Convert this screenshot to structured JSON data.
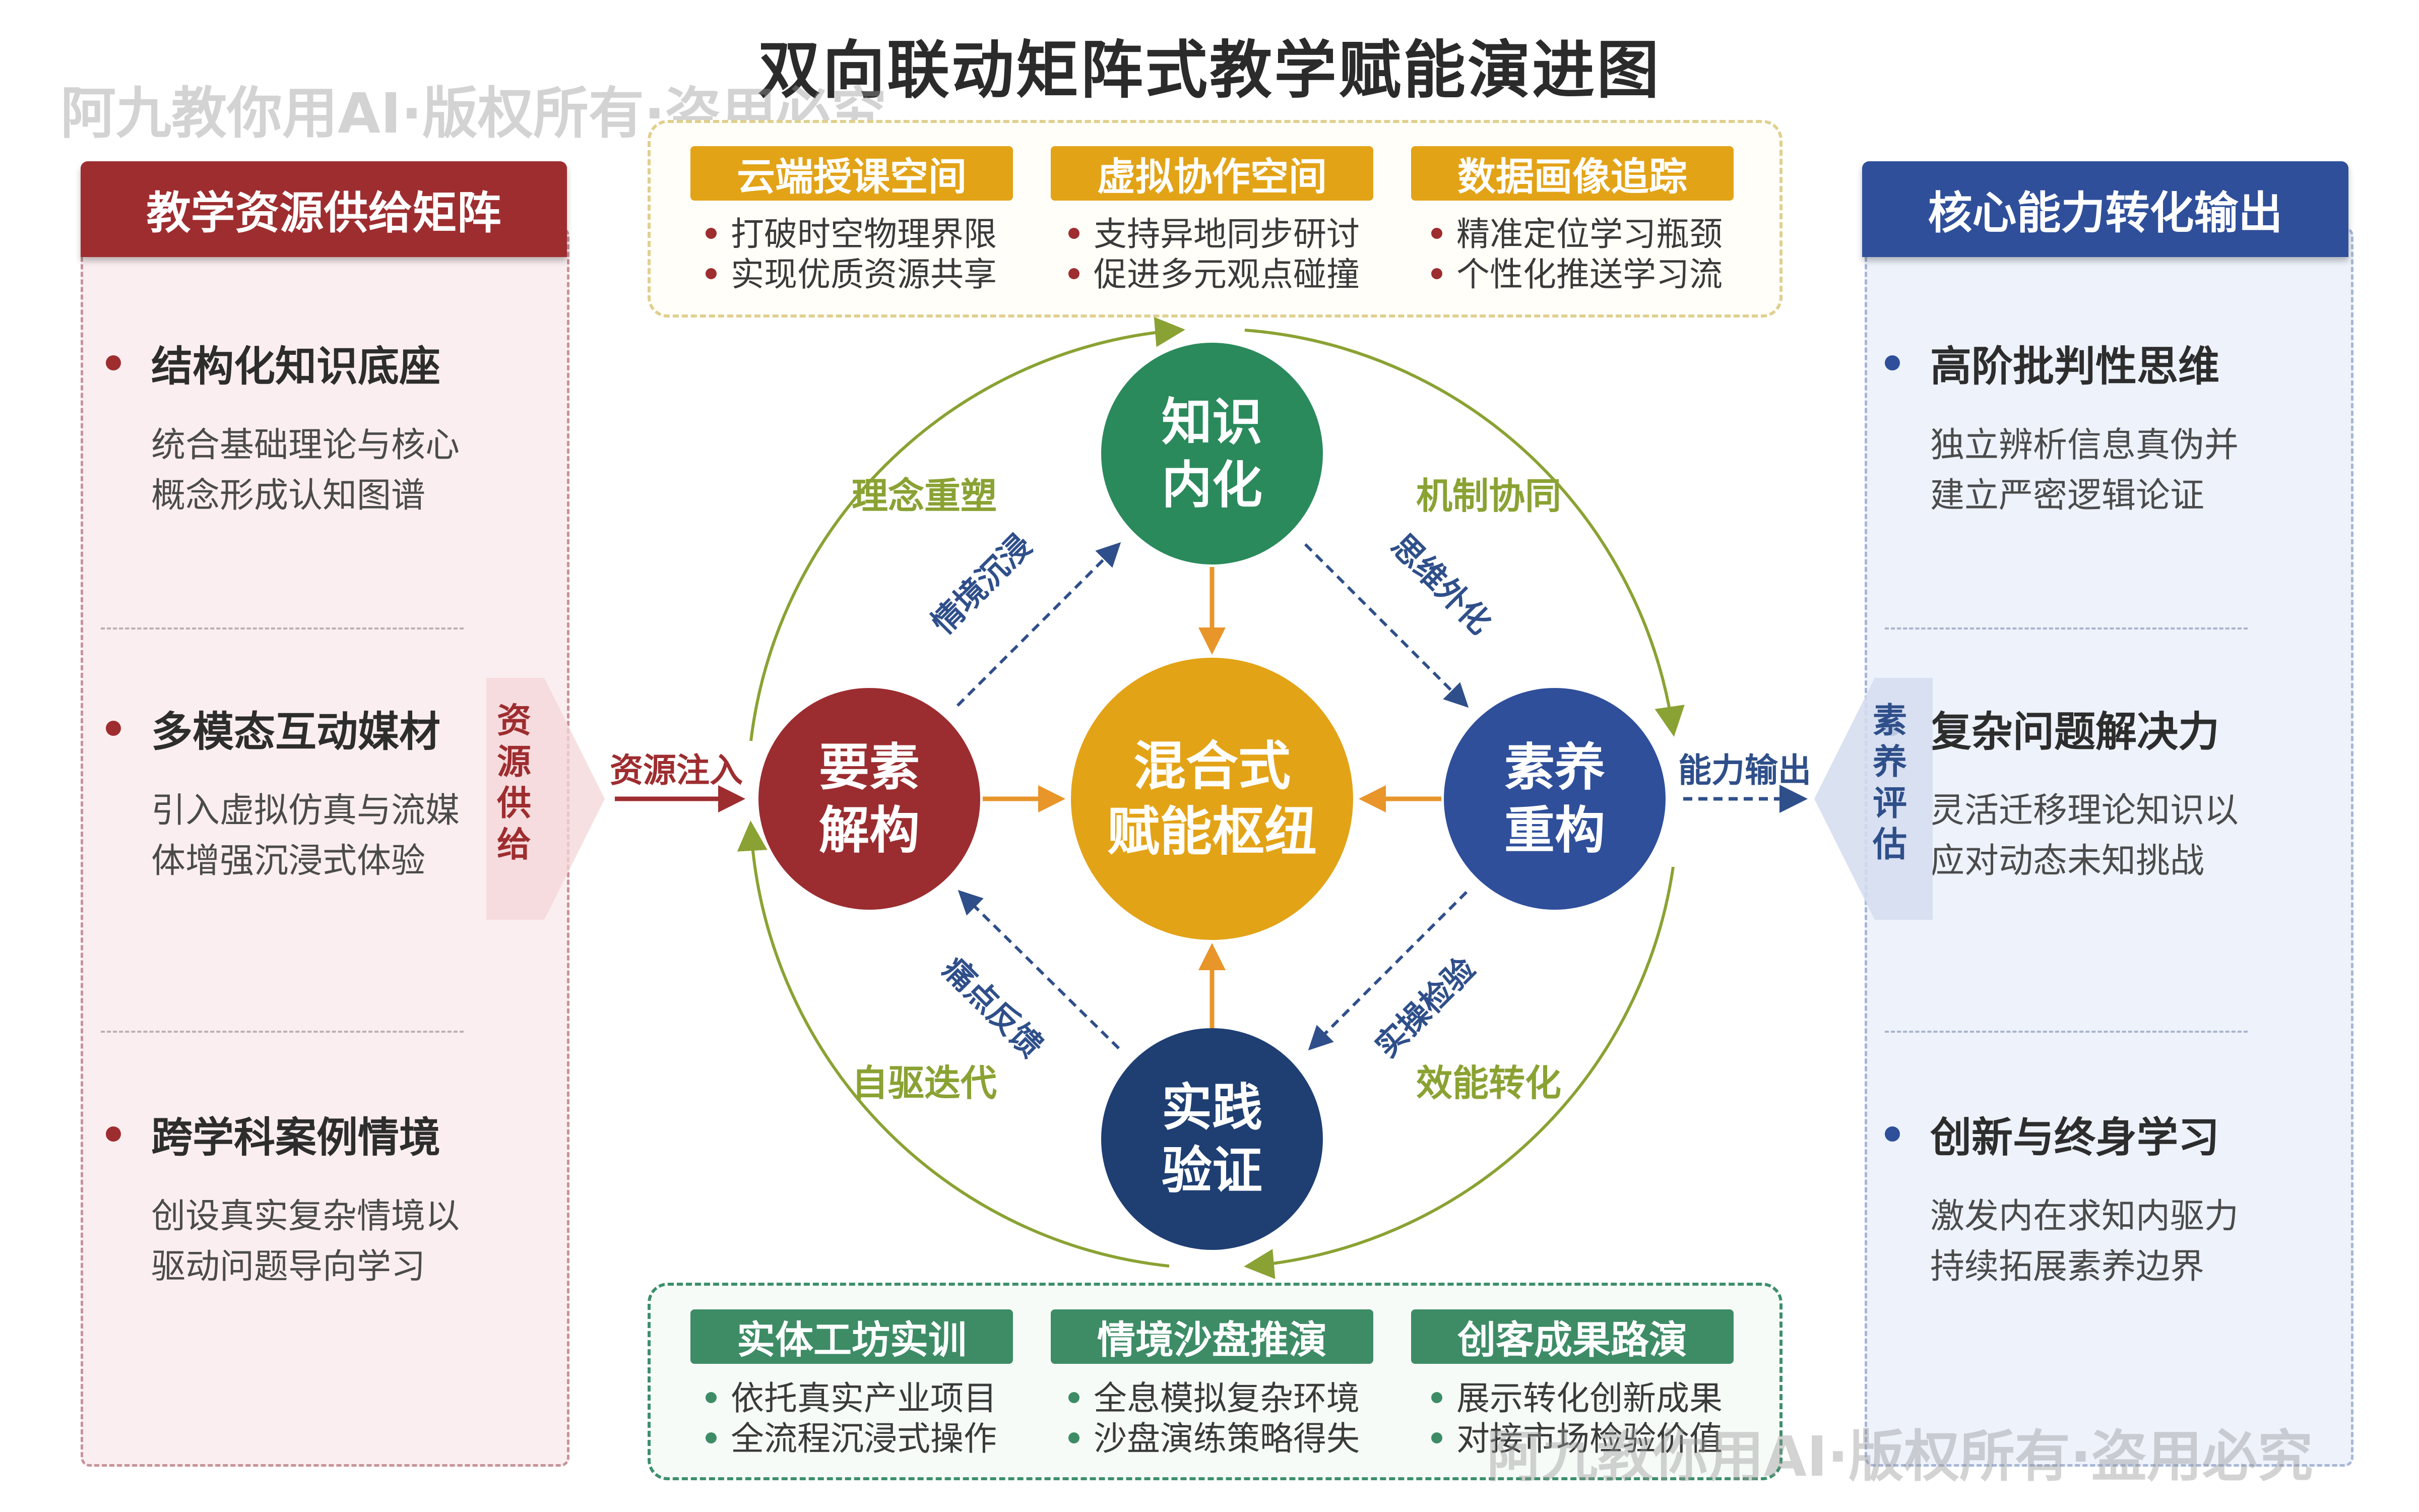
{
  "title": "双向联动矩阵式教学赋能演进图",
  "watermark": "阿九教你用AI·版权所有·盗用必究",
  "left_panel": {
    "header": "教学资源供给矩阵",
    "items": [
      {
        "title": "结构化知识底座",
        "line1": "统合基础理论与核心",
        "line2": "概念形成认知图谱"
      },
      {
        "title": "多模态互动媒材",
        "line1": "引入虚拟仿真与流媒",
        "line2": "体增强沉浸式体验"
      },
      {
        "title": "跨学科案例情境",
        "line1": "创设真实复杂情境以",
        "line2": "驱动问题导向学习"
      }
    ],
    "side_tag": [
      "资",
      "源",
      "供",
      "给"
    ]
  },
  "right_panel": {
    "header": "核心能力转化输出",
    "items": [
      {
        "title": "高阶批判性思维",
        "line1": "独立辨析信息真伪并",
        "line2": "建立严密逻辑论证"
      },
      {
        "title": "复杂问题解决力",
        "line1": "灵活迁移理论知识以",
        "line2": "应对动态未知挑战"
      },
      {
        "title": "创新与终身学习",
        "line1": "激发内在求知内驱力",
        "line2": "持续拓展素养边界"
      }
    ],
    "side_tag": [
      "素",
      "养",
      "评",
      "估"
    ]
  },
  "top_features": [
    {
      "tag": "云端授课空间",
      "b1": "打破时空物理界限",
      "b2": "实现优质资源共享"
    },
    {
      "tag": "虚拟协作空间",
      "b1": "支持异地同步研讨",
      "b2": "促进多元观点碰撞"
    },
    {
      "tag": "数据画像追踪",
      "b1": "精准定位学习瓶颈",
      "b2": "个性化推送学习流"
    }
  ],
  "bottom_features": [
    {
      "tag": "实体工坊实训",
      "b1": "依托真实产业项目",
      "b2": "全流程沉浸式操作"
    },
    {
      "tag": "情境沙盘推演",
      "b1": "全息模拟复杂环境",
      "b2": "沙盘演练策略得失"
    },
    {
      "tag": "创客成果路演",
      "b1": "展示转化创新成果",
      "b2": "对接市场检验价值"
    }
  ],
  "nodes": {
    "top": [
      "知识",
      "内化"
    ],
    "left": [
      "要素",
      "解构"
    ],
    "right": [
      "素养",
      "重构"
    ],
    "bottom": [
      "实践",
      "验证"
    ],
    "center": [
      "混合式",
      "赋能枢纽"
    ]
  },
  "arc_labels": {
    "top_left": "理念重塑",
    "top_right": "机制协同",
    "bottom_left": "自驱迭代",
    "bottom_right": "效能转化"
  },
  "diagonal_labels": {
    "upper_left": "情境沉浸",
    "upper_right": "思维外化",
    "lower_left": "痛点反馈",
    "lower_right": "实操检验"
  },
  "flow_labels": {
    "input": "资源注入",
    "output": "能力输出"
  },
  "colors": {
    "red": "#9e2d30",
    "navy": "#2f4f9a",
    "green": "#2b8a5c",
    "gold": "#e3a317",
    "olive": "#8aa233",
    "dark_navy": "#1f3f73"
  }
}
